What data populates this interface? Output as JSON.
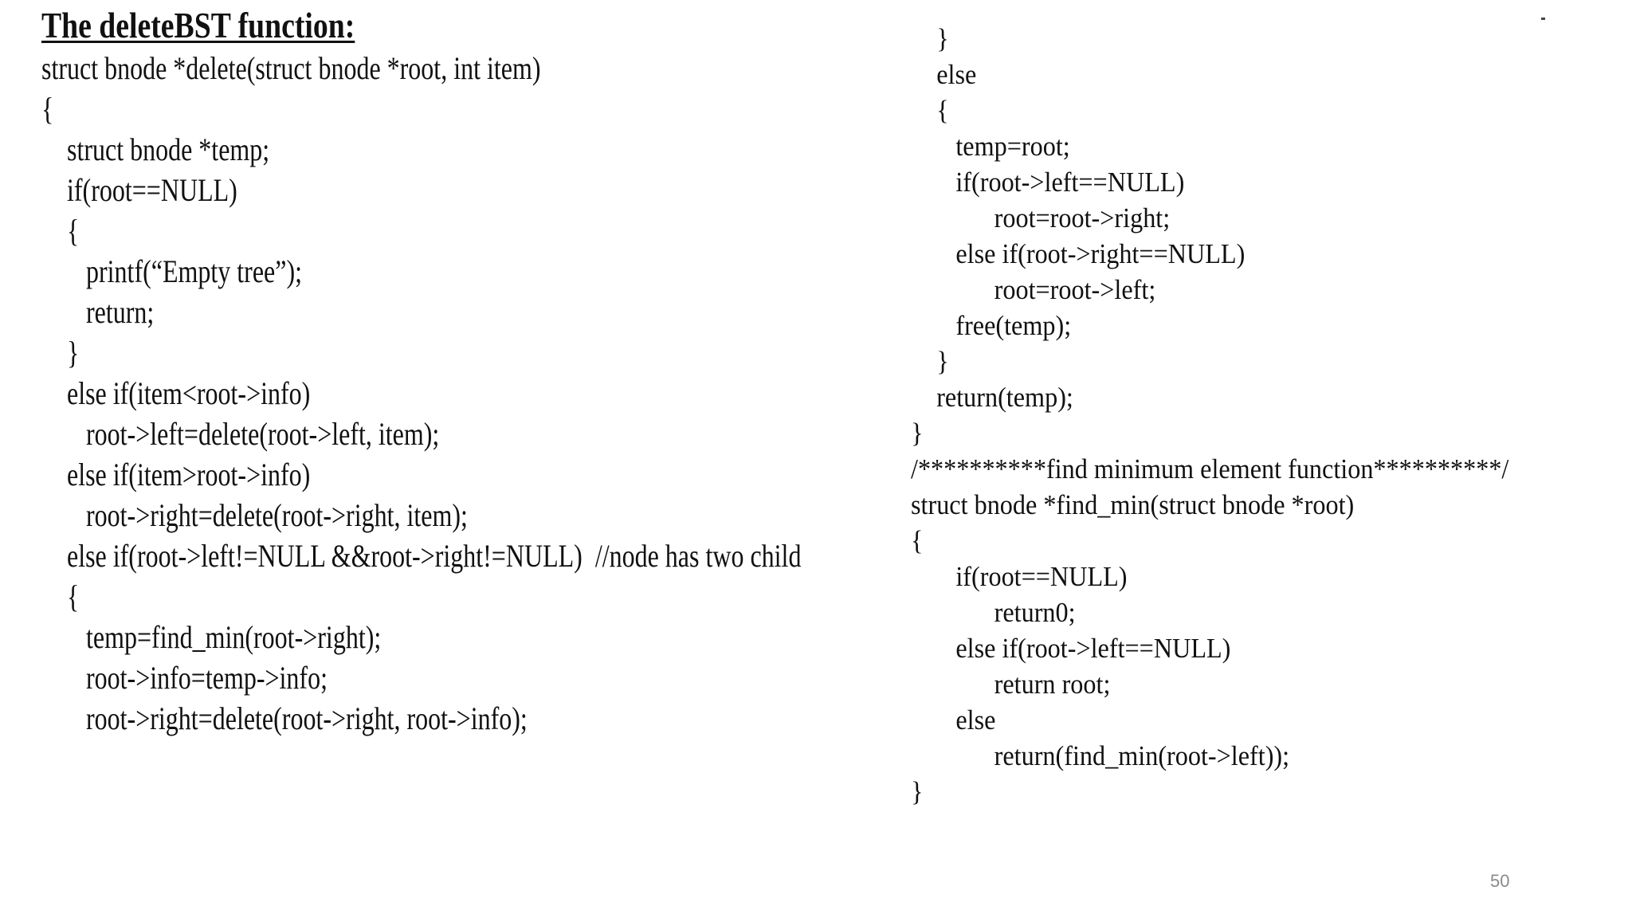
{
  "slide": {
    "title": "The deleteBST function:",
    "page_number": "50"
  },
  "left_code": [
    "struct bnode *delete(struct bnode *root, int item)",
    "{",
    "    struct bnode *temp;",
    "    if(root==NULL)",
    "    {",
    "       printf(“Empty tree”);",
    "       return;",
    "    }",
    "    else if(item<root->info)",
    "       root->left=delete(root->left, item);",
    "    else if(item>root->info)",
    "       root->right=delete(root->right, item);",
    "    else if(root->left!=NULL &&root->right!=NULL)  //node has two child",
    "    {",
    "       temp=find_min(root->right);",
    "       root->info=temp->info;",
    "       root->right=delete(root->right, root->info);"
  ],
  "right_code": [
    "    }",
    "    else",
    "    {",
    "       temp=root;",
    "       if(root->left==NULL)",
    "             root=root->right;",
    "       else if(root->right==NULL)",
    "             root=root->left;",
    "       free(temp);",
    "    }",
    "    return(temp);",
    "}",
    "/**********find minimum element function**********/",
    "struct bnode *find_min(struct bnode *root)",
    "{",
    "       if(root==NULL)",
    "             return0;",
    "       else if(root->left==NULL)",
    "             return root;",
    "       else",
    "             return(find_min(root->left));",
    "}"
  ]
}
